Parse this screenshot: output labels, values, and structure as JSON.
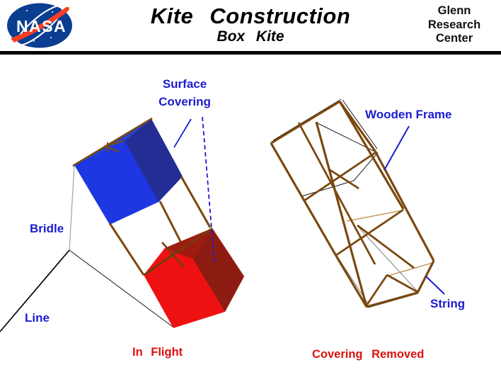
{
  "header": {
    "title": "Kite Construction",
    "subtitle": "Box Kite",
    "org": [
      "Glenn",
      "Research",
      "Center"
    ],
    "logo_text": "NASA"
  },
  "labels": {
    "surface_covering": {
      "line1": "Surface",
      "line2": "Covering"
    },
    "bridle": "Bridle",
    "line": "Line",
    "wooden_frame": "Wooden Frame",
    "string": "String"
  },
  "captions": {
    "left": "In Flight",
    "right": "Covering Removed"
  },
  "colors": {
    "label_blue": "#1c1cd2",
    "caption_red": "#e01010",
    "cell_blue_front": "#1d38e2",
    "cell_blue_side": "#232d94",
    "cell_red_front": "#ee1111",
    "cell_red_side": "#8c1c12",
    "wood_brown": "#7a480f",
    "nasa_blue": "#0b3d91",
    "nasa_red": "#fc3d21"
  }
}
